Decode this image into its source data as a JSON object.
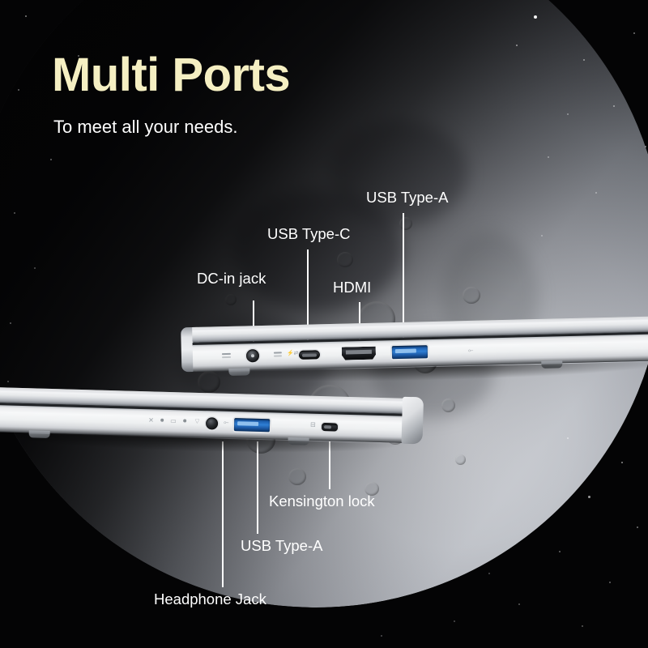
{
  "headline": {
    "text": "Multi Ports",
    "color": "#F5EFC2"
  },
  "subheadline": {
    "text": "To meet all your needs.",
    "color": "#FFFFFF"
  },
  "background": {
    "scene": "moon-in-space",
    "sky_color": "#040405",
    "moon_lit_color": "#D7D9DE",
    "moon_dark_color": "#060607"
  },
  "devices": [
    {
      "id": "laptop-top",
      "description": "closed laptop right-side edge view",
      "ports": [
        "dc-in-jack",
        "usb-type-c",
        "hdmi",
        "usb-type-a"
      ]
    },
    {
      "id": "laptop-bottom",
      "description": "closed laptop left-side edge view",
      "ports": [
        "headphone-jack",
        "usb-type-a",
        "kensington-lock"
      ]
    }
  ],
  "callouts": [
    {
      "id": "usb-type-a-top",
      "label": "USB Type-A",
      "device": "laptop-top"
    },
    {
      "id": "usb-type-c",
      "label": "USB Type-C",
      "device": "laptop-top"
    },
    {
      "id": "dc-in-jack",
      "label": "DC-in jack",
      "device": "laptop-top"
    },
    {
      "id": "hdmi",
      "label": "HDMI",
      "device": "laptop-top"
    },
    {
      "id": "kensington-lock",
      "label": "Kensington lock",
      "device": "laptop-bottom"
    },
    {
      "id": "usb-type-a-bottom",
      "label": "USB Type-A",
      "device": "laptop-bottom"
    },
    {
      "id": "headphone-jack",
      "label": "Headphone Jack",
      "device": "laptop-bottom"
    }
  ],
  "port_glyphs": {
    "dc_in": "DC",
    "usb_c": "USB-C",
    "hdmi": "HDMI",
    "usb_a": "USB",
    "headphone": "audio",
    "kensington": "lock"
  }
}
